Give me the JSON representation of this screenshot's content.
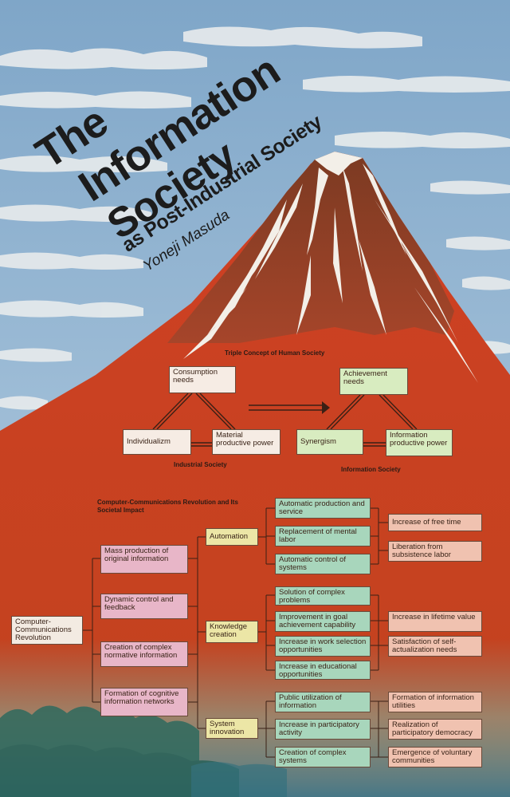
{
  "cover": {
    "title_line1": "The",
    "title_line2": "Information",
    "title_line3": "Society",
    "subtitle": "as Post-Industrial Society",
    "author": "Yoneji Masuda"
  },
  "triple_concept": {
    "heading": "Triple Concept of Human Society",
    "industrial": {
      "top": "Consumption needs",
      "left": "Individualizm",
      "right": "Material productive power",
      "caption": "Industrial Society"
    },
    "information": {
      "top": "Achievement needs",
      "left": "Synergism",
      "right": "Information productive power",
      "caption": "Information Society"
    }
  },
  "revolution": {
    "heading": "Computer-Communications Revolution and Its Societal Impact",
    "root": "Computer-Communications Revolution",
    "causes": [
      "Mass production of original information",
      "Dynamic control and feedback",
      "Creation of complex normative information",
      "Formation of cognitive information networks"
    ],
    "branches": [
      {
        "label": "Automation",
        "items": [
          "Automatic production and service",
          "Replacement of mental labor",
          "Automatic control of systems"
        ],
        "outcomes": [
          "Increase of free time",
          "Liberation from subsistence labor"
        ]
      },
      {
        "label": "Knowledge creation",
        "items": [
          "Solution of complex problems",
          "Improvement in goal achievement capability",
          "Increase in work selection opportunities",
          "Increase in educational opportunities"
        ],
        "outcomes": [
          "Increase in lifetime value",
          "Satisfaction of self-actualization needs"
        ]
      },
      {
        "label": "System innovation",
        "items": [
          "Public utilization of information",
          "Increase in participatory activity",
          "Creation of complex systems"
        ],
        "outcomes": [
          "Formation of information utilities",
          "Realization of participatory democracy",
          "Emergence of voluntary communities"
        ]
      }
    ]
  }
}
